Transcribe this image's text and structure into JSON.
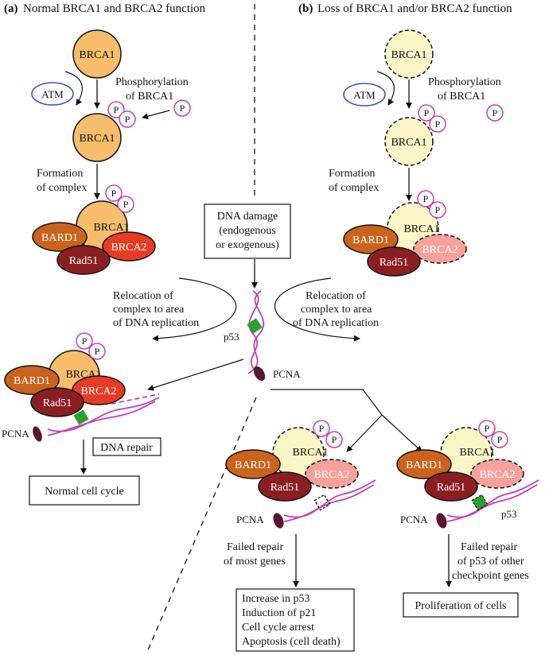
{
  "panel_a": {
    "title_prefix": "(a)",
    "title": "Normal BRCA1 and BRCA2 function",
    "brca1_top": "BRCA1",
    "atm": "ATM",
    "phospho_line1": "Phosphorylation",
    "phospho_line2": "of BRCA1",
    "brca1_mid": "BRCA1",
    "formation_line1": "Formation",
    "formation_line2": "of complex",
    "complex": {
      "brca1": "BRCA1",
      "bard1": "BARD1",
      "brca2": "BRCA2",
      "rad51": "Rad51"
    },
    "reloc_line1": "Relocation of",
    "reloc_line2": "complex to area",
    "reloc_line3": "of DNA replication",
    "repair_complex": {
      "brca1": "BRCA1",
      "bard1": "BARD1",
      "brca2": "BRCA2",
      "rad51": "Rad51"
    },
    "pcna": "PCNA",
    "dna_repair": "DNA repair",
    "normal_cycle": "Normal cell cycle"
  },
  "panel_b": {
    "title_prefix": "(b)",
    "title": "Loss of BRCA1 and/or BRCA2 function",
    "brca1_top": "BRCA1",
    "atm": "ATM",
    "phospho_line1": "Phosphorylation",
    "phospho_line2": "of BRCA1",
    "brca1_mid": "BRCA1",
    "formation_line1": "Formation",
    "formation_line2": "of complex",
    "complex": {
      "brca1": "BRCA1",
      "bard1": "BARD1",
      "brca2": "BRCA2",
      "rad51": "Rad51"
    },
    "reloc_line1": "Relocation of",
    "reloc_line2": "complex to area",
    "reloc_line3": "of DNA replication"
  },
  "center": {
    "damage_line1": "DNA damage",
    "damage_line2": "(endogenous",
    "damage_line3": "or exogenous)",
    "p53": "p53",
    "pcna": "PCNA"
  },
  "bottom_left": {
    "complex": {
      "brca1": "BRCA1",
      "bard1": "BARD1",
      "brca2": "BRCA2",
      "rad51": "Rad51"
    },
    "pcna": "PCNA",
    "failed_line1": "Failed repair",
    "failed_line2": "of most genes",
    "outcomes": [
      "Increase in p53",
      "Induction of p21",
      "Cell cycle arrest",
      "Apoptosis (cell death)"
    ]
  },
  "bottom_right": {
    "complex": {
      "brca1": "BRCA1",
      "bard1": "BARD1",
      "brca2": "BRCA2",
      "rad51": "Rad51"
    },
    "pcna": "PCNA",
    "p53": "p53",
    "failed_line1": "Failed repair",
    "failed_line2": "of p53 of other",
    "failed_line3": "checkpoint genes",
    "outcome": "Proliferation of cells"
  },
  "phosphate_label": "P",
  "colors": {
    "brca1_normal": "#f5bd6c",
    "brca1_lost": "#fbf6c8",
    "bard1": "#c9631e",
    "brca2_normal": "#e63b25",
    "brca2_lost": "#f7a19c",
    "rad51": "#8a1f22",
    "phosphate": "#c040c0",
    "atm": "#3b55b5",
    "dna": "#c23fb7",
    "p53_marker": "#2ca02c",
    "pcna_marker": "#5a1530"
  }
}
